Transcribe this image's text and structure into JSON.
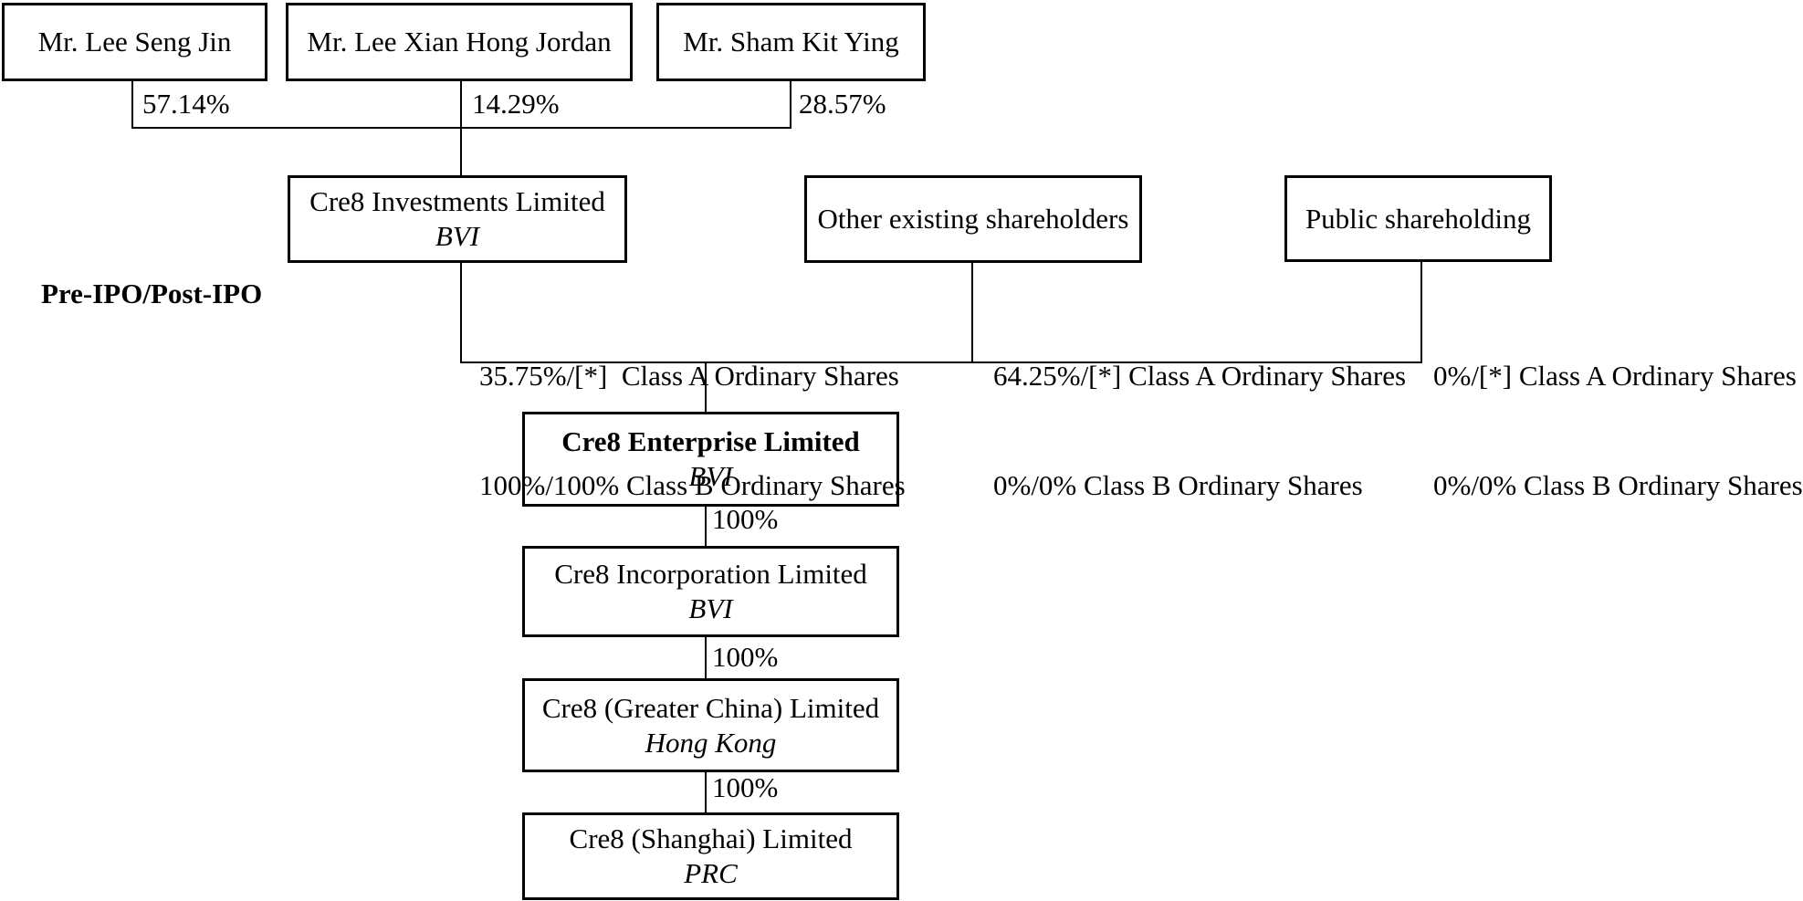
{
  "diagram": {
    "title_hint": "Cre8 group shareholding structure (Pre-IPO/Post-IPO)",
    "colors": {
      "background": "#ffffff",
      "line": "#000000",
      "text": "#000000"
    },
    "top_shareholders": [
      {
        "name": "Mr. Lee Seng Jin",
        "ownership_pct": "57.14%"
      },
      {
        "name": "Mr. Lee Xian Hong Jordan",
        "ownership_pct": "14.29%"
      },
      {
        "name": "Mr. Sham Kit Ying",
        "ownership_pct": "28.57%"
      }
    ],
    "ipo_stage_label": "Pre-IPO/Post-IPO",
    "shareholder_groups": [
      {
        "name": "Cre8 Investments Limited",
        "jurisdiction": "BVI",
        "class_a": "35.75%/[*]  Class A Ordinary Shares",
        "class_b": "100%/100% Class B Ordinary Shares"
      },
      {
        "name": "Other existing shareholders",
        "class_a": "64.25%/[*] Class A Ordinary Shares",
        "class_b": "0%/0% Class B Ordinary Shares"
      },
      {
        "name": "Public shareholding",
        "class_a": "0%/[*] Class A Ordinary Shares",
        "class_b": "0%/0% Class B Ordinary Shares"
      }
    ],
    "subsidiary_chain": [
      {
        "name": "Cre8 Enterprise Limited",
        "jurisdiction": "BVI"
      },
      {
        "name": "Cre8 Incorporation Limited",
        "jurisdiction": "BVI",
        "ownership_pct": "100%"
      },
      {
        "name": "Cre8 (Greater China) Limited",
        "jurisdiction": "Hong Kong",
        "ownership_pct": "100%"
      },
      {
        "name": "Cre8 (Shanghai) Limited",
        "jurisdiction": "PRC",
        "ownership_pct": "100%"
      }
    ]
  }
}
